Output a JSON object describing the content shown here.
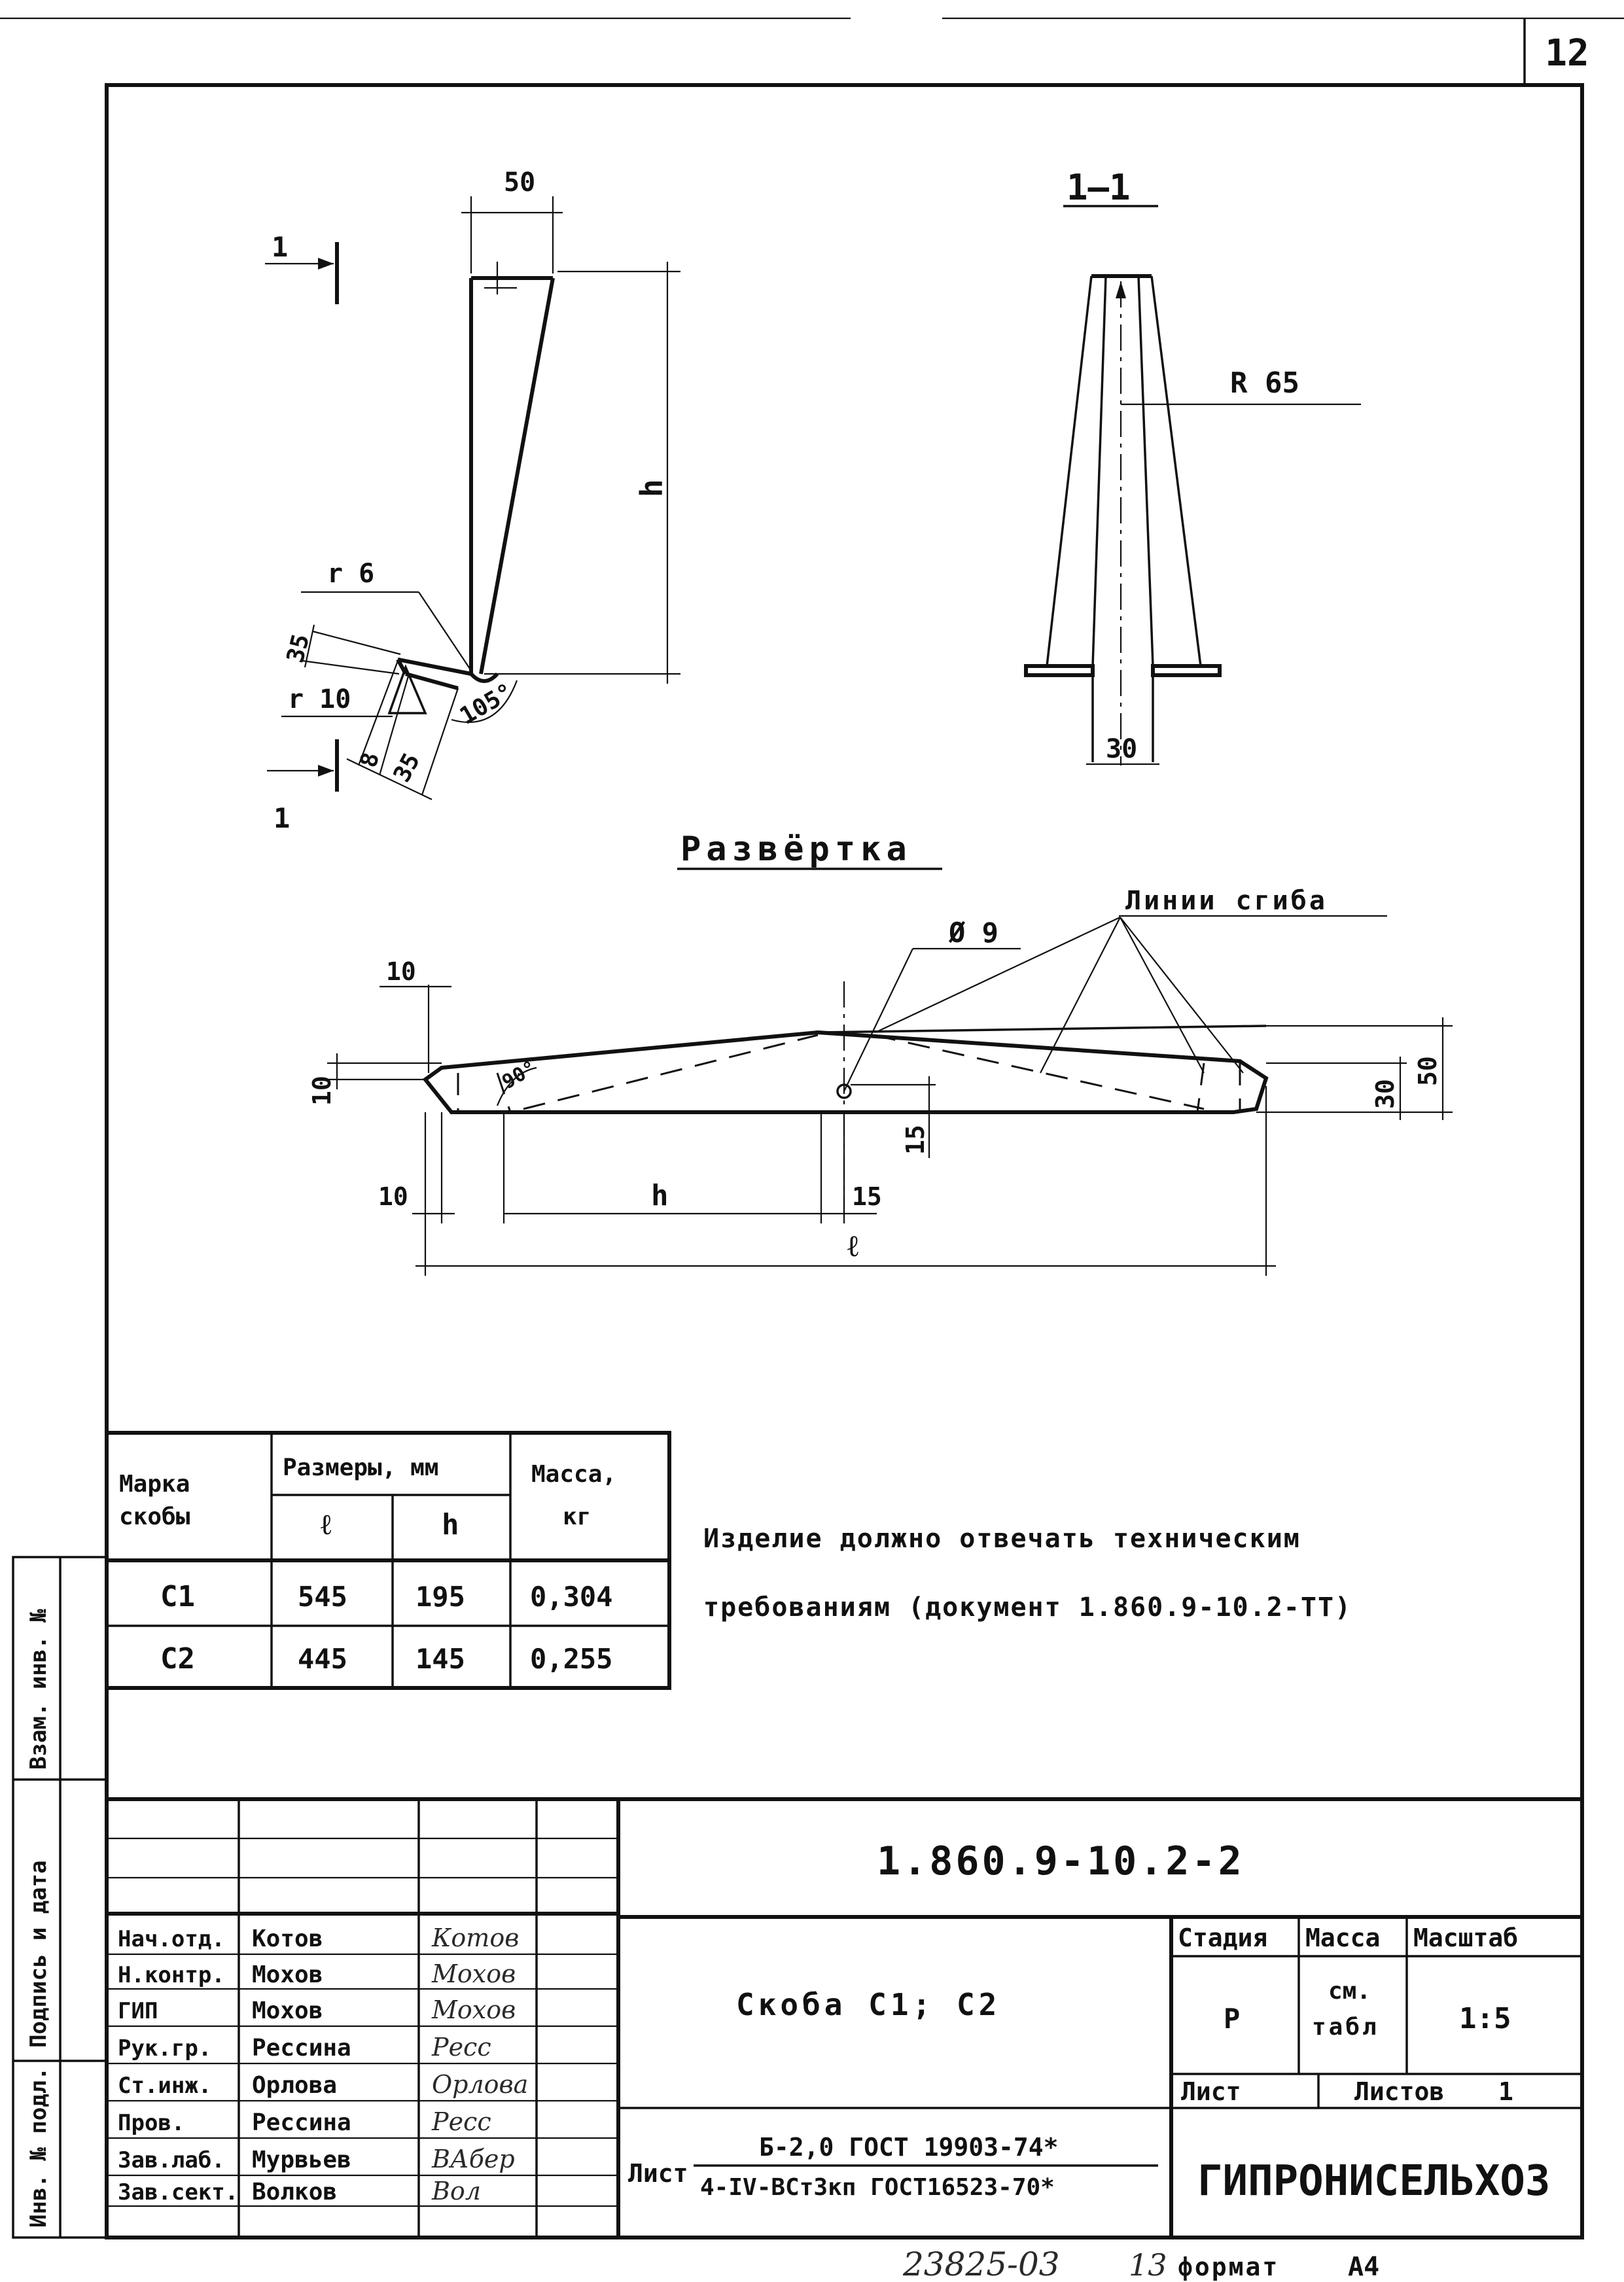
{
  "sheet": {
    "page_number": "12",
    "footer_note": "23825-03",
    "footer_num": "13",
    "format_label": "формат",
    "format_value": "А4"
  },
  "side_stamp": {
    "inv_orig": "Инв. № подл.",
    "sign_date": "Подпись и дата",
    "vzam_inv": "Взам. инв. №"
  },
  "drawing": {
    "section_label": "1—1",
    "cut_label_top": "1",
    "cut_label_bottom": "1",
    "dim_50_top": "50",
    "dim_h": "h",
    "dim_r6": "r 6",
    "dim_35_left": "35",
    "dim_r10": "r 10",
    "dim_8": "8",
    "dim_35_bottom": "35",
    "dim_105": "105°",
    "dim_r65": "R 65",
    "dim_30_section": "30",
    "razv_title": "Развёртка",
    "bend_lines": "Линии сгиба",
    "hole_dia": "Ø 9",
    "dim_10_top": "10",
    "dim_10_left": "10",
    "dim_90": "90°",
    "dim_10_bottom": "10",
    "dim_h_bottom": "h",
    "dim_15_bottom": "15",
    "dim_15_vert": "15",
    "dim_30_right": "30",
    "dim_50_right": "50",
    "dim_l": "ℓ"
  },
  "spec_table": {
    "col_mark": "Марка скобы",
    "col_sizes": "Размеры, мм",
    "col_l": "ℓ",
    "col_h": "h",
    "col_mass": "Масса, кг",
    "rows": [
      {
        "mark": "С1",
        "l": "545",
        "h": "195",
        "mass": "0,304"
      },
      {
        "mark": "С2",
        "l": "445",
        "h": "145",
        "mass": "0,255"
      }
    ]
  },
  "note": {
    "line1": "Изделие должно отвечать техническим",
    "line2": "требованиям (документ 1.860.9-10.2-ТТ)"
  },
  "title_block": {
    "doc_code": "1.860.9-10.2-2",
    "item_name": "Скоба С1; С2",
    "stage_label": "Стадия",
    "mass_label": "Масса",
    "scale_label": "Масштаб",
    "stage_value": "Р",
    "mass_value_1": "см.",
    "mass_value_2": "табл",
    "scale_value": "1:5",
    "sheet_label": "Лист",
    "sheets_label": "Листов",
    "sheets_value": "1",
    "org": "ГИПРОНИСЕЛЬХОЗ",
    "material_prefix": "Лист",
    "material_top": "Б-2,0 ГОСТ 19903-74*",
    "material_bottom": "4-IV-ВСт3кп ГОСТ16523-70*",
    "people": [
      {
        "role": "Нач.отд.",
        "name": "Котов",
        "sign": "Котов"
      },
      {
        "role": "Н.контр.",
        "name": "Мохов",
        "sign": "Мохов"
      },
      {
        "role": "ГИП",
        "name": "Мохов",
        "sign": "Мохов"
      },
      {
        "role": "Рук.гр.",
        "name": "Рессина",
        "sign": "Ресс"
      },
      {
        "role": "Ст.инж.",
        "name": "Орлова",
        "sign": "Орлова"
      },
      {
        "role": "Пров.",
        "name": "Рессина",
        "sign": "Ресс"
      },
      {
        "role": "Зав.лаб.",
        "name": "Мурвьев",
        "sign": "ВАбер"
      },
      {
        "role": "Зав.сект.",
        "name": "Волков",
        "sign": "Вол"
      }
    ]
  }
}
